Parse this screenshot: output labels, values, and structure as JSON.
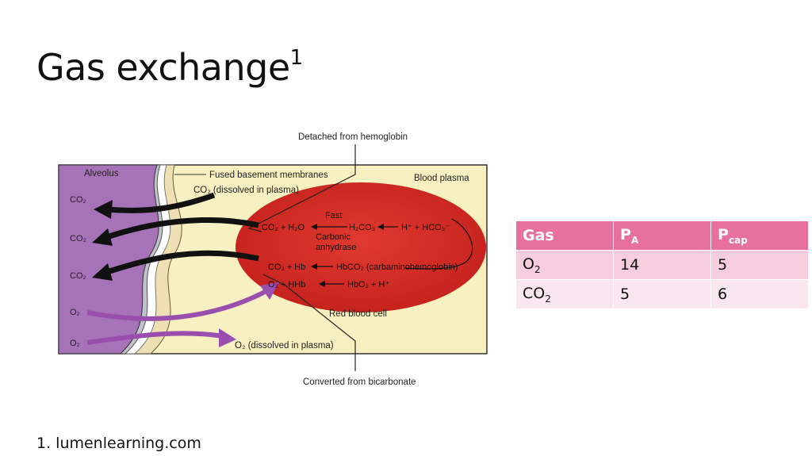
{
  "slide": {
    "title": "Gas exchange",
    "title_superscript": "1",
    "footnote": "1. lumenlearning.com"
  },
  "diagram": {
    "top_label": "Detached from hemoglobin",
    "bottom_label": "Converted from bicarbonate",
    "alveolus_label": "Alveolus",
    "membrane_label": "Fused basement membranes",
    "plasma_label": "Blood plasma",
    "rbc_label": "Red blood cell",
    "co2_dissolved": "CO₂ (dissolved in plasma)",
    "o2_dissolved": "O₂ (dissolved in plasma)",
    "alveolar_gases": [
      "CO₂",
      "CO₂",
      "CO₂",
      "O₂",
      "O₂"
    ],
    "reactions": {
      "r1_left": "CO₂ + H₂O",
      "r1_mid": "H₂CO₃",
      "r1_right": "H⁺ + HCO₃⁻",
      "fast": "Fast",
      "carbonic": "Carbonic",
      "anhydrase": "anhydrase",
      "r2_left": "CO₂ + Hb",
      "r2_right": "HbCO₂ (carbaminohemoglobin)",
      "r3_left": "O₂ + HHb",
      "r3_right": "HbO₂ + H⁺"
    }
  },
  "table": {
    "headers": {
      "gas": "Gas",
      "pa_main": "P",
      "pa_sub": "A",
      "pcap_main": "P",
      "pcap_sub": "cap"
    },
    "rows": [
      {
        "gas_main": "O",
        "gas_sub": "2",
        "pa": "14",
        "pcap": "5"
      },
      {
        "gas_main": "CO",
        "gas_sub": "2",
        "pa": "5",
        "pcap": "6"
      }
    ]
  },
  "colors": {
    "header_pink": "#e8709e",
    "row1": "#f5cddc",
    "row2": "#fae6ee",
    "alveolus": "#a673b8",
    "plasma": "#f7f0c0",
    "rbc": "#d42a26",
    "purple_arrow": "#9a4fae"
  }
}
